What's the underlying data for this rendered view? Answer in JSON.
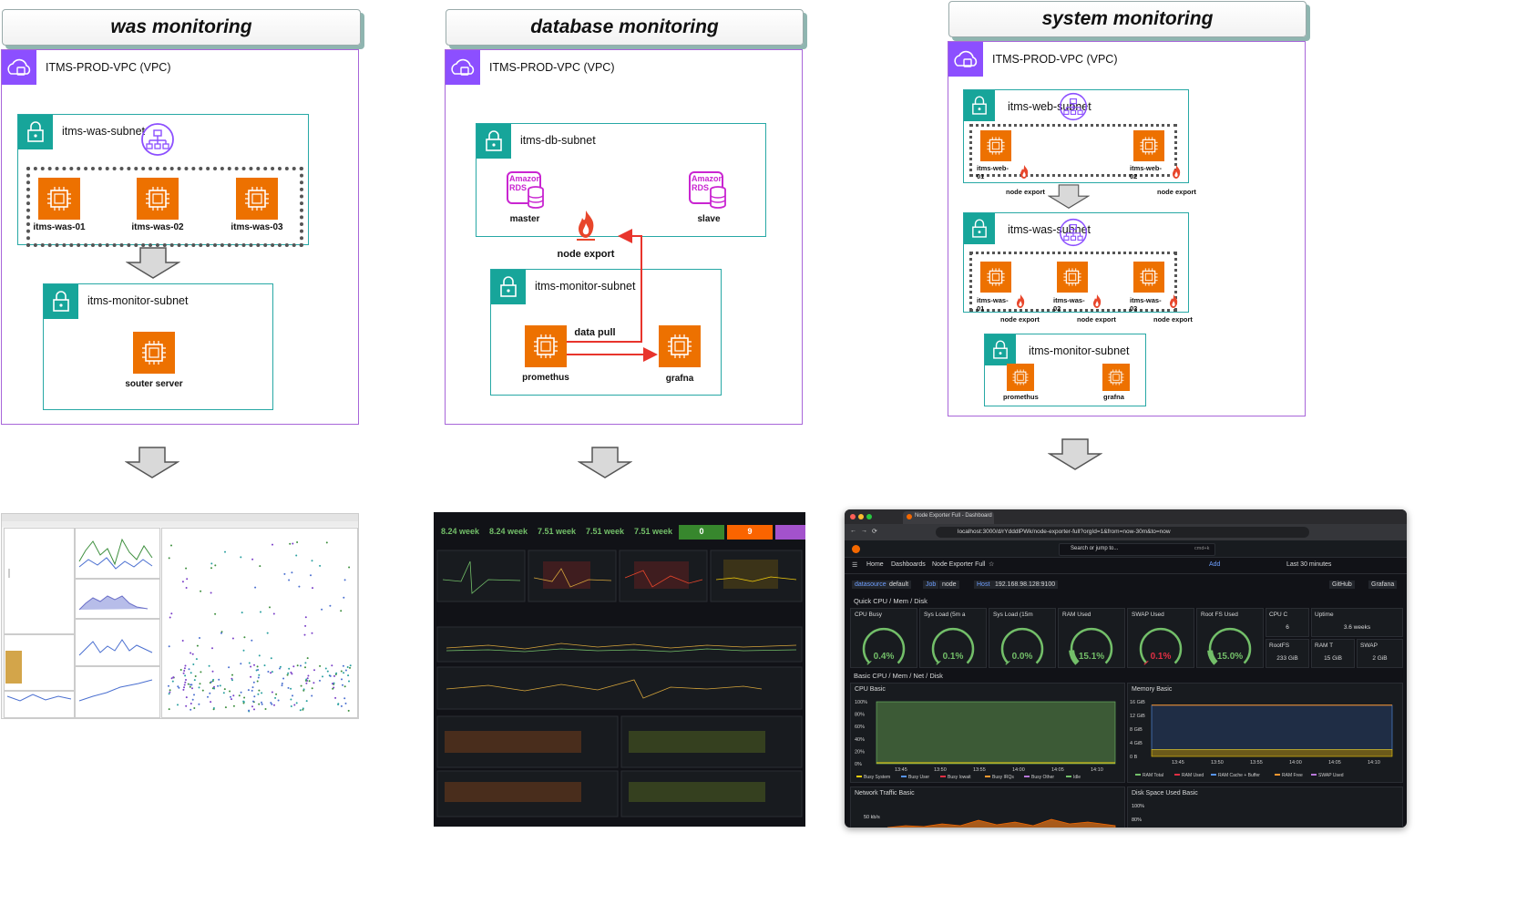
{
  "titles": {
    "was": "was monitoring",
    "db": "database monitoring",
    "sys": "system  monitoring"
  },
  "vpc_label": "ITMS-PROD-VPC (VPC)",
  "was": {
    "subnet": "itms-was-subnet",
    "instances": [
      "itms-was-01",
      "itms-was-02",
      "itms-was-03"
    ],
    "monitor_subnet": "itms-monitor-subnet",
    "server": "souter server"
  },
  "db": {
    "subnet": "itms-db-subnet",
    "rds_text_1": "Amazon",
    "rds_text_2": "RDS",
    "master": "master",
    "slave": "slave",
    "node_export": "node export",
    "monitor_subnet": "itms-monitor-subnet",
    "data_pull": "data pull",
    "promethus": "promethus",
    "grafna": "grafna"
  },
  "sys": {
    "web_subnet": "itms-web-subnet",
    "web_instances": [
      "itms-web-\n01",
      "itms-web-\n02"
    ],
    "was_subnet": "itms-was-subnet",
    "was_instances": [
      "itms-was-\n01",
      "itms-was-\n02",
      "itms-was-\n03"
    ],
    "node_export": "node export",
    "monitor_subnet": "itms-monitor-subnet",
    "promethus": "promethus",
    "grafna": "grafna"
  },
  "grafana": {
    "tab_title": "Node Exporter Full - Dashboard",
    "url": "localhost:3000/d/rYdddlPWk/node-exporter-full?orgId=1&from=now-30m&to=now",
    "search": "Search or jump to...",
    "shortcut": "cmd+k",
    "breadcrumb": [
      "Home",
      "Dashboards",
      "Node Exporter Full"
    ],
    "add": "Add",
    "time_range": "Last 30 minutes",
    "vars": [
      "datasource",
      "default",
      "Job",
      "node",
      "Host",
      "192.168.98.128:9100"
    ],
    "links": [
      "GitHub",
      "Grafana"
    ],
    "row1": "Quick CPU / Mem / Disk",
    "row2": "Basic CPU / Mem / Net / Disk",
    "gauges": [
      {
        "title": "CPU Busy",
        "value": "0.4%",
        "pct": 0.4
      },
      {
        "title": "Sys Load (5m a",
        "value": "0.1%",
        "pct": 0.1
      },
      {
        "title": "Sys Load (15m",
        "value": "0.0%",
        "pct": 0.0
      },
      {
        "title": "RAM Used",
        "value": "15.1%",
        "pct": 15.1
      },
      {
        "title": "SWAP Used",
        "value": "0.1%",
        "pct": 0.1
      },
      {
        "title": "Root FS Used",
        "value": "15.0%",
        "pct": 15.0
      }
    ],
    "stats": [
      {
        "title": "CPU C",
        "value": "6"
      },
      {
        "title": "Uptime",
        "value": "3.6 weeks"
      },
      {
        "title": "RootFS",
        "value": "233 GiB"
      },
      {
        "title": "RAM T",
        "value": "15 GiB"
      },
      {
        "title": "SWAP",
        "value": "2 GiB"
      }
    ],
    "cpu_basic": {
      "title": "CPU Basic",
      "y_ticks": [
        "100%",
        "80%",
        "60%",
        "40%",
        "20%",
        "0%"
      ],
      "x_ticks": [
        "13:45",
        "13:50",
        "13:55",
        "14:00",
        "14:05",
        "14:10"
      ],
      "legend": [
        "Busy System",
        "Busy User",
        "Busy Iowait",
        "Busy IRQs",
        "Busy Other",
        "Idle"
      ]
    },
    "mem_basic": {
      "title": "Memory Basic",
      "y_ticks": [
        "16 GiB",
        "12 GiB",
        "8 GiB",
        "4 GiB",
        "0 B"
      ],
      "x_ticks": [
        "13:45",
        "13:50",
        "13:55",
        "14:00",
        "14:05",
        "14:10"
      ],
      "legend": [
        "RAM Total",
        "RAM Used",
        "RAM Cache + Buffer",
        "RAM Free",
        "SWAP Used"
      ]
    },
    "net_basic": {
      "title": "Network Traffic Basic",
      "tick": "50 kb/s"
    },
    "disk_basic": {
      "title": "Disk Space Used Basic",
      "ticks": [
        "100%",
        "80%"
      ]
    }
  },
  "db_dash": {
    "stats": [
      "8.24 week",
      "8.24 week",
      "7.51 week",
      "7.51 week",
      "7.51 week",
      "0",
      "9"
    ],
    "stat_colors": [
      "#73bf69",
      "#73bf69",
      "#73bf69",
      "#73bf69",
      "#73bf69",
      "#37872d",
      "#fa6400"
    ]
  },
  "colors": {
    "vpc": "#8c4fff",
    "subnet": "#17a59a",
    "ec2": "#ed7100",
    "rds": "#c925d1",
    "arrow": "#e8342c",
    "grafana_green": "#73bf69",
    "grafana_red": "#e02f44"
  }
}
